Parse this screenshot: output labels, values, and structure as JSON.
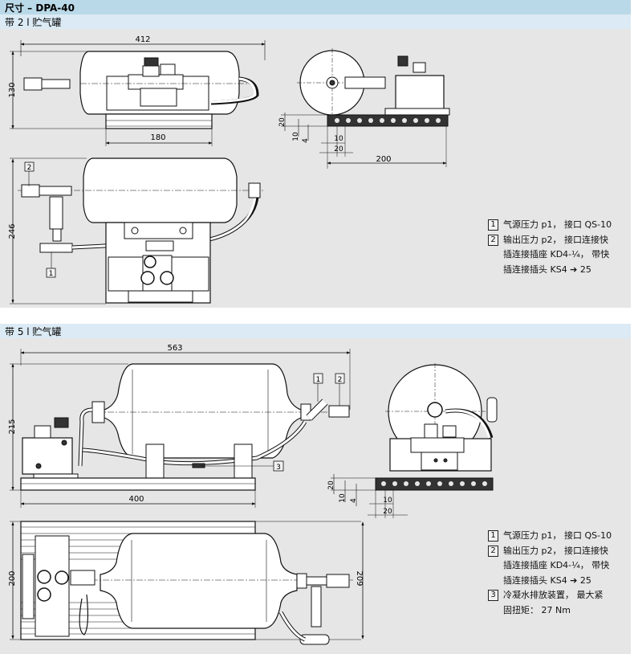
{
  "header": {
    "title": "尺寸 – DPA-40"
  },
  "section1": {
    "title": "带 2 l 贮气罐",
    "side_view": {
      "width_dim": "412",
      "height_dim": "130",
      "base_dim": "180"
    },
    "end_view": {
      "dim_20_v": "20",
      "dim_10_v": "10",
      "dim_4_v": "4",
      "dim_10_h": "10",
      "dim_20_h": "20",
      "dim_200": "200"
    },
    "top_view": {
      "height_dim": "246",
      "callout_1": "1",
      "callout_2": "2"
    },
    "legend": [
      {
        "num": "1",
        "lines": [
          "气源压力 p1， 接口 QS-10"
        ]
      },
      {
        "num": "2",
        "lines": [
          "输出压力 p2， 接口连接快",
          "插连接插座 KD4-¼， 带快",
          "插连接插头 KS4 ➔ 25"
        ]
      }
    ]
  },
  "section2": {
    "title": "带 5 l 贮气罐",
    "side_view": {
      "width_dim": "563",
      "height_dim": "215",
      "base_dim": "400",
      "callout_1": "1",
      "callout_2": "2",
      "callout_3": "3"
    },
    "end_view": {
      "dim_20_v": "20",
      "dim_10_v": "10",
      "dim_4_v": "4",
      "dim_10_h": "10",
      "dim_20_h": "20"
    },
    "top_view": {
      "height_dim_left": "200",
      "height_dim_right": "209"
    },
    "legend": [
      {
        "num": "1",
        "lines": [
          "气源压力 p1， 接口 QS-10"
        ]
      },
      {
        "num": "2",
        "lines": [
          "输出压力 p2， 接口连接快",
          "插连接插座 KD4-¼， 带快",
          "插连接插头 KS4 ➔ 25"
        ]
      },
      {
        "num": "3",
        "lines": [
          "冷凝水排放装置， 最大紧",
          "固扭矩： 27 Nm"
        ]
      }
    ]
  }
}
